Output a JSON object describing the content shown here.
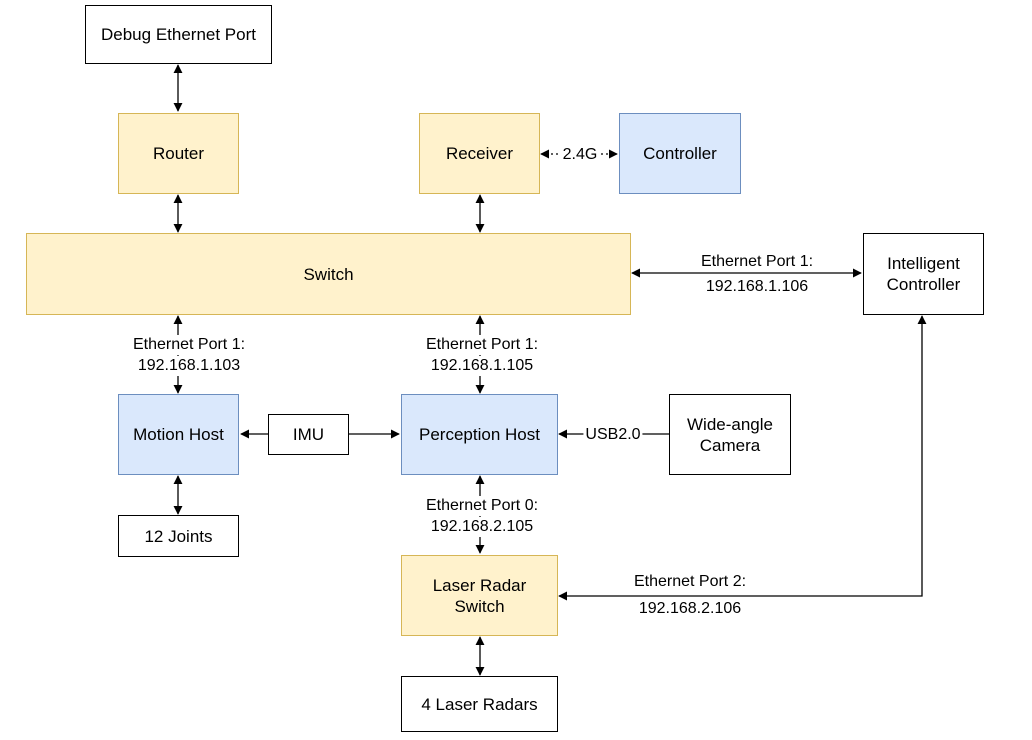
{
  "nodes": {
    "debug_port": "Debug Ethernet Port",
    "router": "Router",
    "receiver": "Receiver",
    "controller": "Controller",
    "switch": "Switch",
    "intelligent_controller": "Intelligent\nController",
    "motion_host": "Motion Host",
    "imu": "IMU",
    "perception_host": "Perception Host",
    "wide_angle_camera": "Wide-angle\nCamera",
    "joints": "12 Joints",
    "laser_radar_switch": "Laser Radar\nSwitch",
    "laser_radars": "4 Laser Radars"
  },
  "edge_labels": {
    "wireless": "2.4G",
    "ic_port_name": "Ethernet Port 1:",
    "ic_ip": "192.168.1.106",
    "motion_port_name": "Ethernet Port 1:",
    "motion_ip": "192.168.1.103",
    "perception_port_name": "Ethernet Port 1:",
    "perception_ip": "192.168.1.105",
    "usb": "USB2.0",
    "perception_port0_name": "Ethernet Port 0:",
    "perception_port0_ip": "192.168.2.105",
    "ic_port2_name": "Ethernet Port 2:",
    "ic_port2_ip": "192.168.2.106"
  },
  "colors": {
    "yellow_fill": "#fff2cc",
    "yellow_border": "#d6b656",
    "blue_fill": "#dae8fc",
    "blue_border": "#6c8ebf",
    "line": "#000000"
  }
}
